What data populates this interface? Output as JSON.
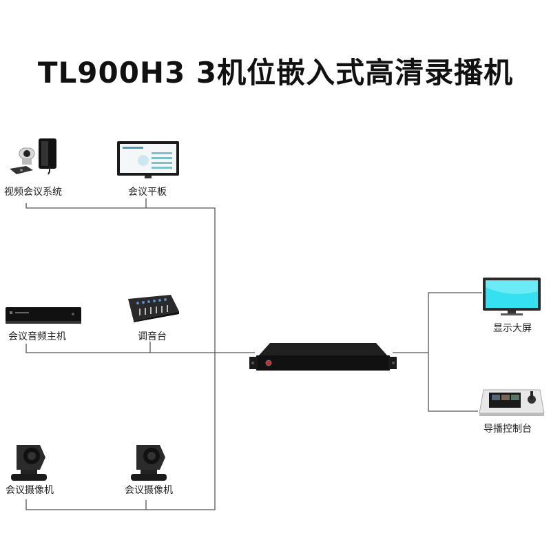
{
  "title": "TL900H3  3机位嵌入式高清录播机",
  "devices": {
    "video_conf": "视频会议系统",
    "tablet": "会议平板",
    "audio_host": "会议音频主机",
    "mixer": "调音台",
    "camera_1": "会议摄像机",
    "camera_2": "会议摄像机",
    "display": "显示大屏",
    "director": "导播控制台"
  },
  "colors": {
    "line": "#555555",
    "screen": "#35e0f0"
  }
}
